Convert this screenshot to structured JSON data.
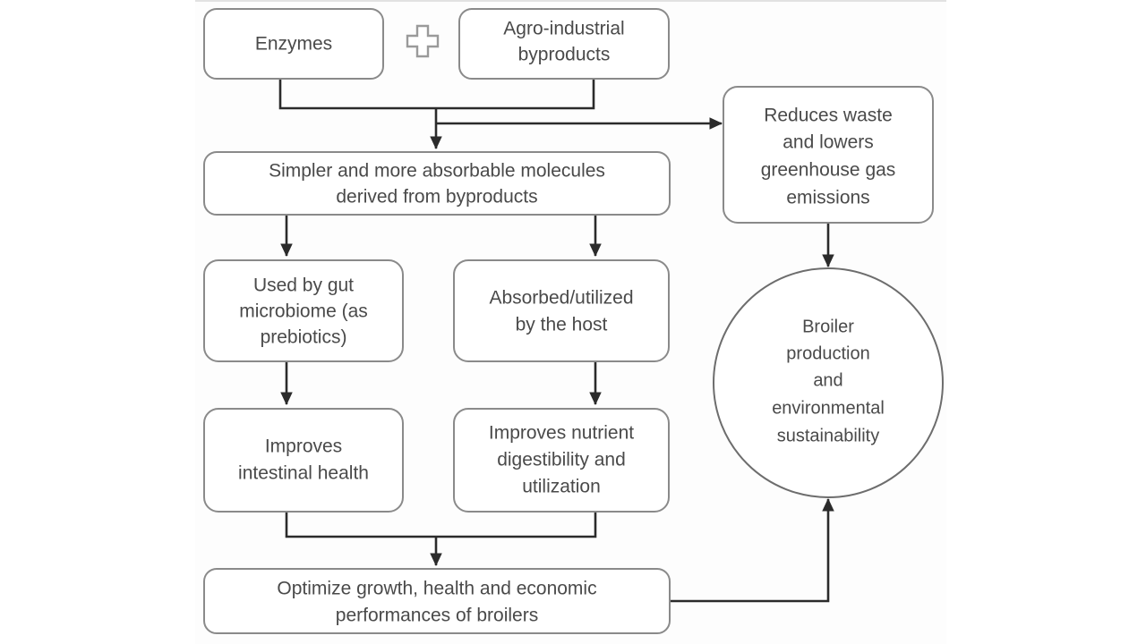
{
  "figure": {
    "title": "Enzymes and agro-industrial byproducts flowchart",
    "background_color": "#ffffff",
    "panel_color": "#fdfdfd",
    "node_border_color": "#8a8a8a",
    "connector_color": "#2b2b2b",
    "text_color": "#4a4a4a"
  },
  "nodes": {
    "enzymes": {
      "shape": "rounded-rect",
      "lines": [
        "Enzymes"
      ]
    },
    "byproducts": {
      "shape": "rounded-rect",
      "lines": [
        "Agro-industrial",
        "byproducts"
      ]
    },
    "plus": {
      "shape": "plus-glyph",
      "label": "plus"
    },
    "simpler_molecules": {
      "shape": "rounded-rect",
      "lines": [
        "Simpler and more absorbable molecules",
        "derived from byproducts"
      ]
    },
    "reduces_waste": {
      "shape": "rounded-rect",
      "lines": [
        "Reduces waste",
        "and lowers",
        "greenhouse gas",
        "emissions"
      ]
    },
    "gut_microbiome": {
      "shape": "rounded-rect",
      "lines": [
        "Used by gut",
        "microbiome (as",
        "prebiotics)"
      ]
    },
    "absorbed_host": {
      "shape": "rounded-rect",
      "lines": [
        "Absorbed/utilized",
        "by the host"
      ]
    },
    "intestinal_health": {
      "shape": "rounded-rect",
      "lines": [
        "Improves",
        "intestinal health"
      ]
    },
    "nutrient_digestibility": {
      "shape": "rounded-rect",
      "lines": [
        "Improves nutrient",
        "digestibility and",
        "utilization"
      ]
    },
    "optimize_performance": {
      "shape": "rounded-rect",
      "lines": [
        "Optimize growth, health and economic",
        "performances of broilers"
      ]
    },
    "sustainability_circle": {
      "shape": "circle",
      "lines": [
        "Broiler",
        "production",
        "and",
        "environmental",
        "sustainability"
      ]
    }
  },
  "chart_data": {
    "type": "flowchart",
    "title": "Enzymes + Agro-industrial byproducts pathway to broiler production and environmental sustainability",
    "node_labels": [
      "Enzymes",
      "Agro-industrial byproducts",
      "Simpler and more absorbable molecules derived from byproducts",
      "Reduces waste and lowers greenhouse gas emissions",
      "Used by gut microbiome (as prebiotics)",
      "Absorbed/utilized by the host",
      "Improves intestinal health",
      "Improves nutrient digestibility and utilization",
      "Optimize growth, health and economic performances of broilers",
      "Broiler production and environmental sustainability"
    ],
    "edges": [
      {
        "from": "Enzymes",
        "to": "Simpler and more absorbable molecules derived from byproducts",
        "style": "elbow-merge-arrow"
      },
      {
        "from": "Agro-industrial byproducts",
        "to": "Simpler and more absorbable molecules derived from byproducts",
        "style": "elbow-merge-arrow"
      },
      {
        "from": "Enzymes + Agro-industrial byproducts",
        "to": "Reduces waste and lowers greenhouse gas emissions",
        "style": "branch-right-arrow"
      },
      {
        "from": "Simpler and more absorbable molecules derived from byproducts",
        "to": "Used by gut microbiome (as prebiotics)",
        "style": "straight-arrow"
      },
      {
        "from": "Simpler and more absorbable molecules derived from byproducts",
        "to": "Absorbed/utilized by the host",
        "style": "straight-arrow"
      },
      {
        "from": "Used by gut microbiome (as prebiotics)",
        "to": "Improves intestinal health",
        "style": "straight-arrow"
      },
      {
        "from": "Absorbed/utilized by the host",
        "to": "Improves nutrient digestibility and utilization",
        "style": "straight-arrow"
      },
      {
        "from": "Improves intestinal health",
        "to": "Optimize growth, health and economic performances of broilers",
        "style": "elbow-merge-arrow"
      },
      {
        "from": "Improves nutrient digestibility and utilization",
        "to": "Optimize growth, health and economic performances of broilers",
        "style": "elbow-merge-arrow"
      },
      {
        "from": "Reduces waste and lowers greenhouse gas emissions",
        "to": "Broiler production and environmental sustainability",
        "style": "straight-arrow"
      },
      {
        "from": "Optimize growth, health and economic performances of broilers",
        "to": "Broiler production and environmental sustainability",
        "style": "elbow-up-arrow"
      }
    ]
  }
}
